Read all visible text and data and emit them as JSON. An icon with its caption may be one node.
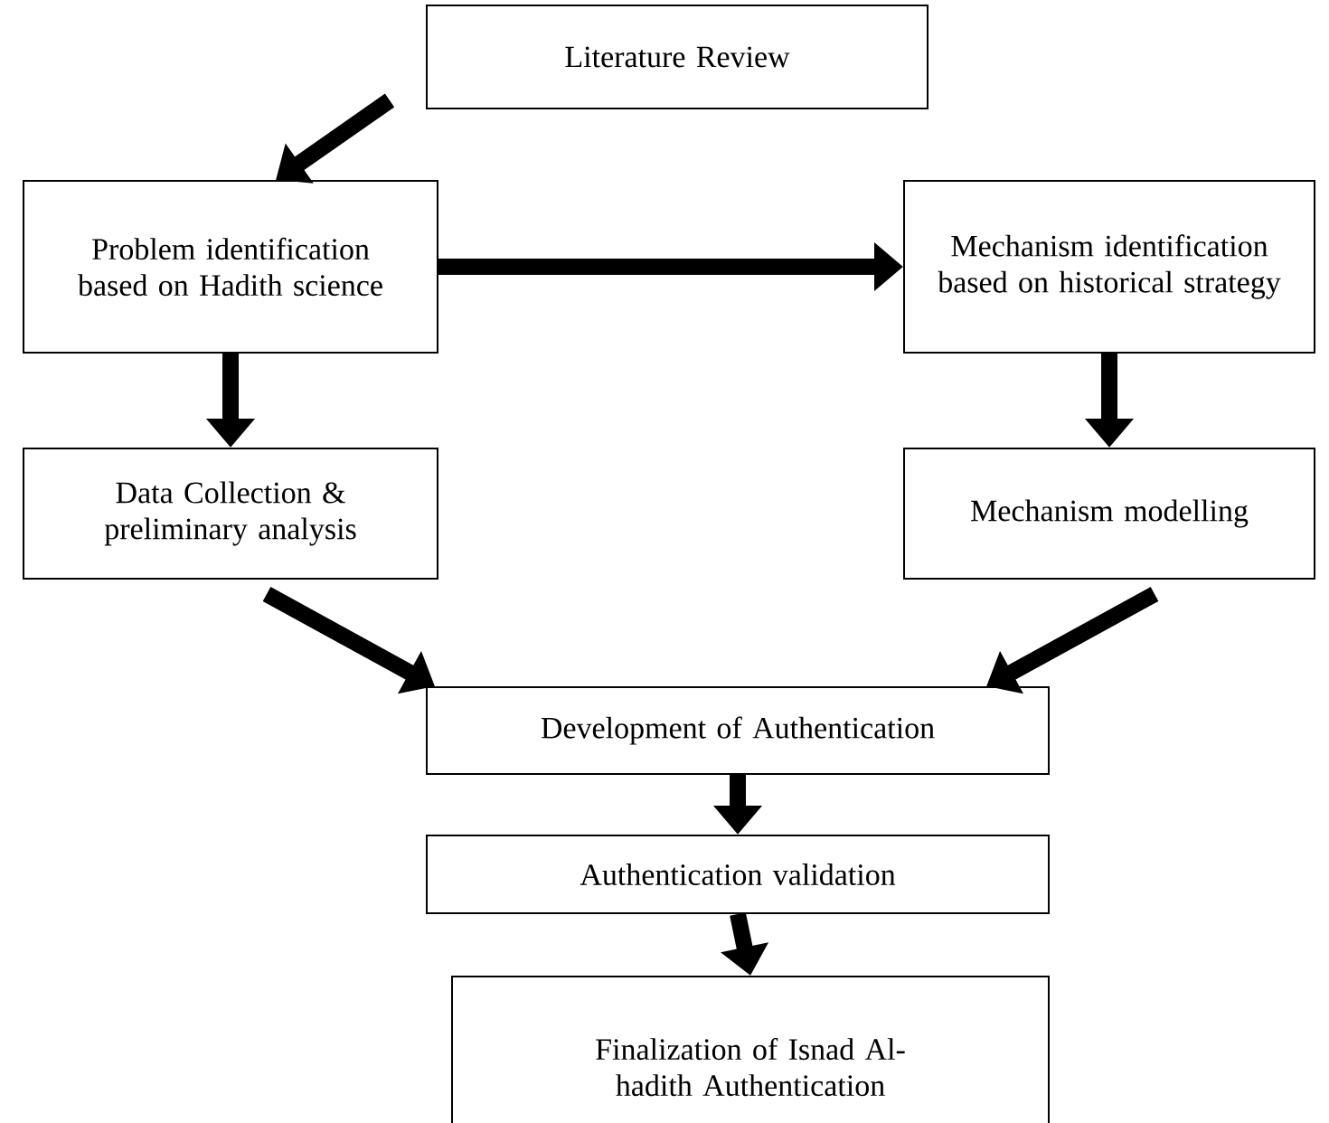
{
  "diagram": {
    "nodes": [
      {
        "text": [
          "Literature Review"
        ]
      },
      {
        "text": [
          "Problem identification based on Hadith science"
        ]
      },
      {
        "text": [
          "Mechanism identification based on historical strategy"
        ]
      },
      {
        "text": [
          "Data Collection & preliminary analysis"
        ]
      },
      {
        "text": [
          "Mechanism modelling"
        ]
      },
      {
        "text": [
          "Development of Authentication"
        ]
      },
      {
        "text": [
          "Authentication validation"
        ]
      },
      {
        "text": [
          "Finalization of Isnad Al-hadith Authentication"
        ]
      }
    ],
    "edges": [
      {
        "from": 0,
        "to": 1,
        "arrow": "to"
      },
      {
        "from": 1,
        "to": 2,
        "arrow": "to"
      },
      {
        "from": 1,
        "to": 3,
        "arrow": "to"
      },
      {
        "from": 2,
        "to": 4,
        "arrow": "to"
      },
      {
        "from": 3,
        "to": 5,
        "arrow": "to"
      },
      {
        "from": 4,
        "to": 5,
        "arrow": "to"
      },
      {
        "from": 5,
        "to": 6,
        "arrow": "to"
      },
      {
        "from": 6,
        "to": 7,
        "arrow": "to"
      }
    ]
  }
}
